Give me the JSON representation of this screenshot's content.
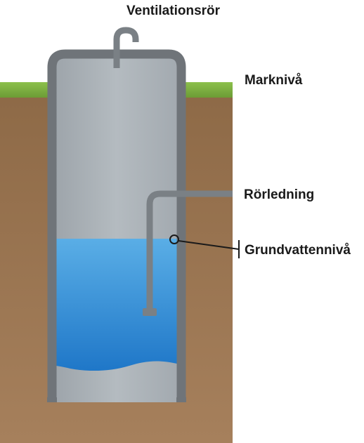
{
  "labels": {
    "vent_pipe": "Ventilationsrör",
    "ground_level": "Marknivå",
    "pipeline": "Rörledning",
    "groundwater_level": "Grundvattennivå"
  },
  "colors": {
    "grass": "#7fb241",
    "soil": "#a07a55",
    "casing": "#6f7479",
    "well_air": "#aab1b6",
    "water": "#2e86d4",
    "pipe": "#7a8085",
    "label_text": "#1a1a1a"
  }
}
